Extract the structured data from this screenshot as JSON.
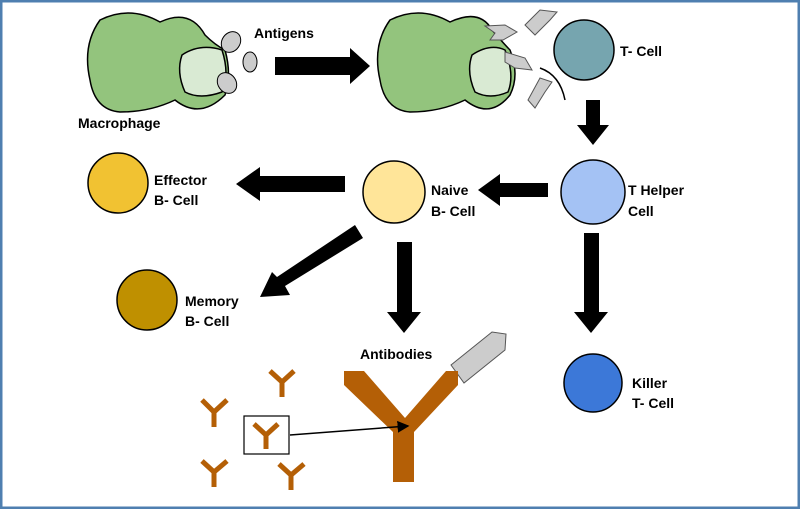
{
  "labels": {
    "antigens": "Antigens",
    "macrophage": "Macrophage",
    "t_cell": "T- Cell",
    "t_helper": [
      "T Helper",
      "Cell"
    ],
    "naive_b": [
      "Naive",
      "B- Cell"
    ],
    "effector_b": [
      "Effector",
      "B- Cell"
    ],
    "memory_b": [
      "Memory",
      "B- Cell"
    ],
    "killer_t": [
      "Killer",
      "T- Cell"
    ],
    "antibodies": "Antibodies"
  },
  "colors": {
    "frame": "#4f7fb0",
    "macrophage": "#93c47d",
    "nucleus": "#d9ead3",
    "antigen": "#cccccc",
    "t_cell": "#76a5af",
    "t_helper": "#a4c2f4",
    "naive_b": "#ffe599",
    "effector_b": "#f1c232",
    "memory_b": "#bf9000",
    "killer_t": "#3c78d8",
    "antibody": "#b45f06"
  }
}
